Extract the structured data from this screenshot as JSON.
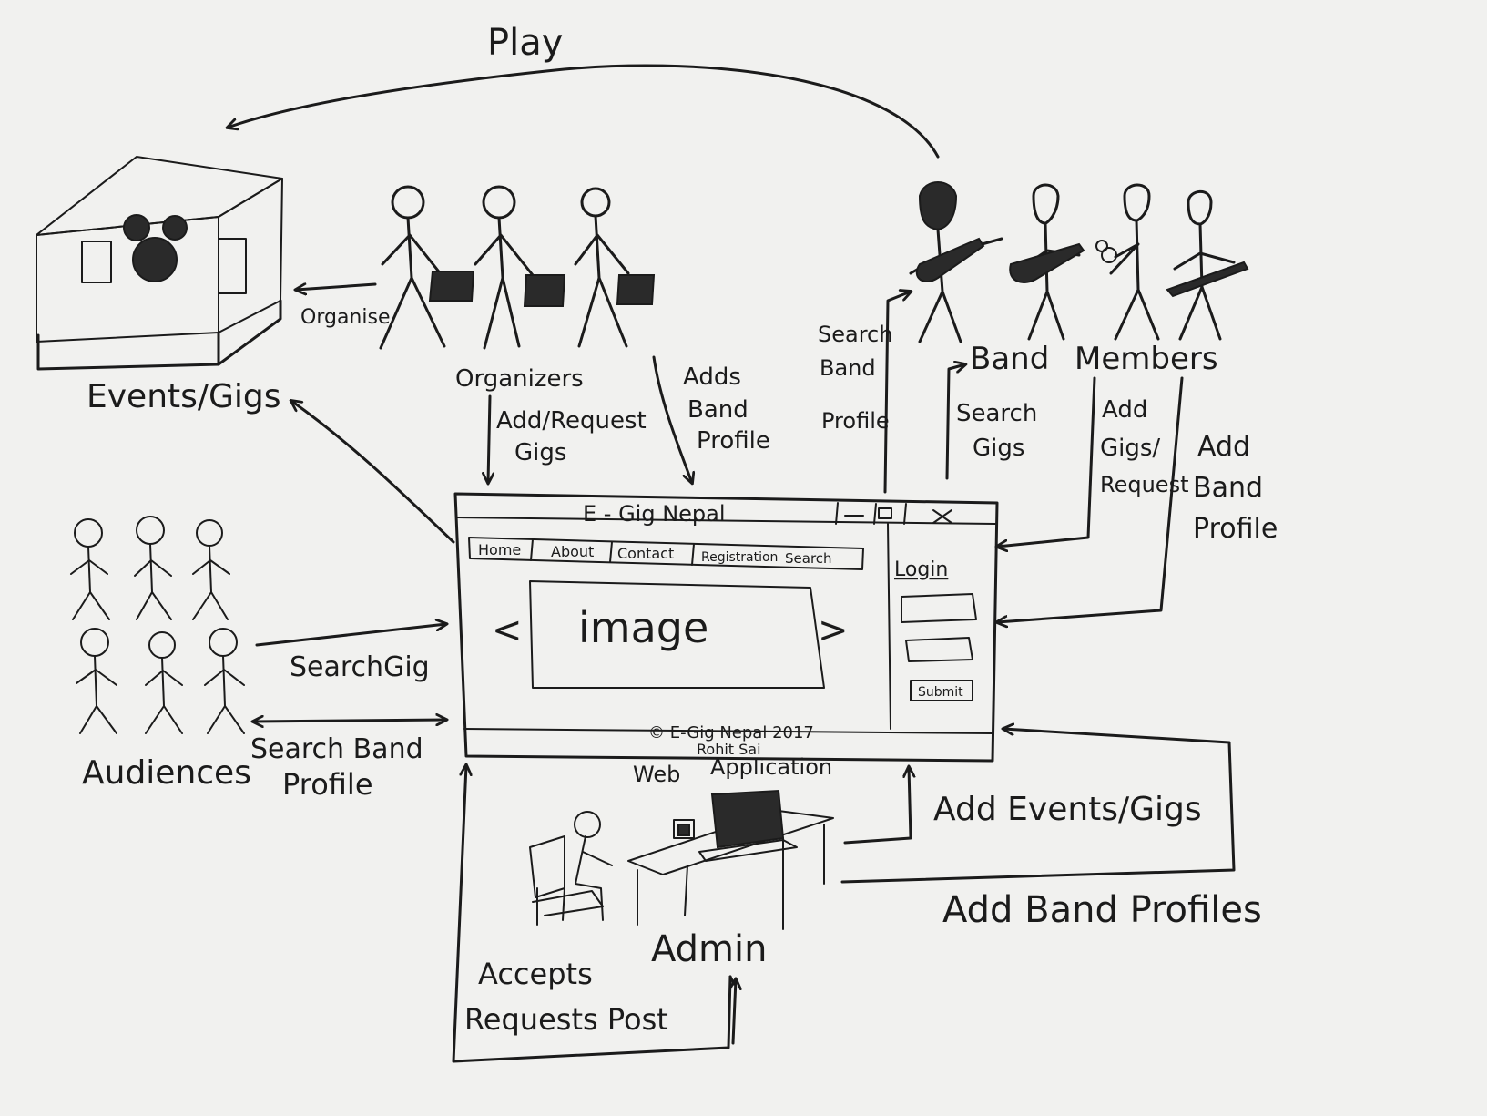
{
  "title": "Play",
  "nodes": {
    "events": "Events/Gigs",
    "organizers": "Organizers",
    "band_members_1": "Band",
    "band_members_2": "Members",
    "audiences": "Audiences",
    "admin": "Admin",
    "web_app_1": "Web",
    "web_app_2": "Application"
  },
  "edges": {
    "organise": "Organise",
    "add_request_gigs_1": "Add/Request",
    "add_request_gigs_2": "Gigs",
    "adds_band_profile_1": "Adds",
    "adds_band_profile_2": "Band",
    "adds_band_profile_3": "Profile",
    "search_band_profile_top_1": "Search",
    "search_band_profile_top_2": "Band",
    "search_band_profile_top_3": "Profile",
    "search_gigs_1": "Search",
    "search_gigs_2": "Gigs",
    "add_gigs_request_1": "Add",
    "add_gigs_request_2": "Gigs/",
    "add_gigs_request_3": "Request",
    "add_band_profile_right_1": "Add",
    "add_band_profile_right_2": "Band",
    "add_band_profile_right_3": "Profile",
    "search_gig": "SearchGig",
    "search_band_profile_left_1": "Search Band",
    "search_band_profile_left_2": "Profile",
    "add_events_gigs": "Add Events/Gigs",
    "add_band_profiles": "Add Band Profiles",
    "accepts_1": "Accepts",
    "accepts_2": "Requests Post"
  },
  "mockup": {
    "window_title": "E - Gig Nepal",
    "tabs": [
      "Home",
      "About",
      "Contact",
      "Registration",
      "Search"
    ],
    "image_label": "image",
    "prev_arrow": "<",
    "next_arrow": ">",
    "login_label": "Login",
    "submit_label": "Submit",
    "footer_1": "© E-Gig Nepal 2017",
    "footer_2": "Rohit Sai",
    "min_icon": "minimize-icon",
    "max_icon": "maximize-icon",
    "close_icon": "close-icon"
  }
}
